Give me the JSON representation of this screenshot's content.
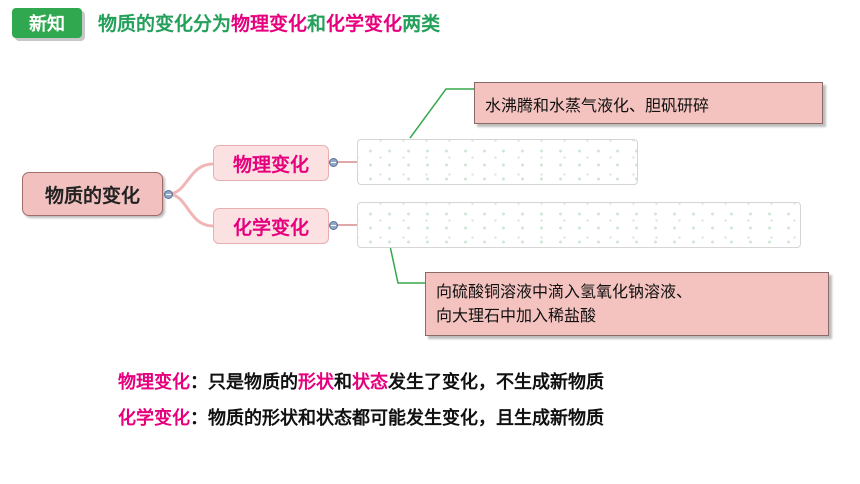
{
  "header": {
    "badge": "新知",
    "title_part1": "物质的变化分为",
    "title_part2": "物理变化",
    "title_part3": "和",
    "title_part4": "化学变化",
    "title_part5": "两类"
  },
  "mindmap": {
    "root": "物质的变化",
    "branch_physical": "物理变化",
    "branch_chemical": "化学变化",
    "callout_physical": "水沸腾和水蒸气液化、胆矾研碎",
    "callout_chemical_line1": "向硫酸铜溶液中滴入氢氧化钠溶液、",
    "callout_chemical_line2": "向大理石中加入稀盐酸"
  },
  "definitions": {
    "physical": {
      "term": "物理变化",
      "sep": "：",
      "text1": "只是物质的",
      "kw1": "形状",
      "text2": "和",
      "kw2": "状态",
      "text3": "发生了变化，不生成新物质"
    },
    "chemical": {
      "term": "化学变化",
      "sep": "：",
      "text": "物质的形状和状态都可能发生变化，且生成新物质"
    }
  },
  "colors": {
    "badge_green": "#2fa84f",
    "title_green": "#23a05a",
    "highlight_magenta": "#e6007e",
    "callout_pink": "#f4c3bf",
    "root_pink": "#f2c1bf"
  }
}
